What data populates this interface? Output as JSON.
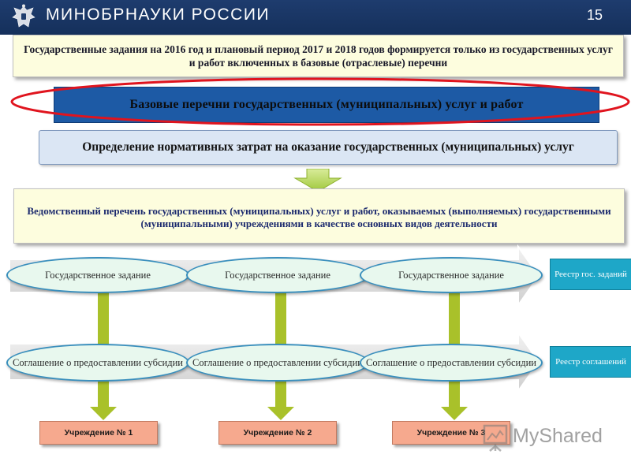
{
  "header": {
    "ministry": "МИНОБРНАУКИ РОССИИ",
    "slide_number": "15",
    "emblem_icon": "double-headed-eagle-emblem",
    "color": "#1e3c6e"
  },
  "banner": {
    "text": "Государственные задания на 2016 год и плановый период 2017 и 2018 годов формируется только из государственных услуг и работ включенных в базовые (отраслевые) перечни"
  },
  "basic_lists": {
    "text": "Базовые перечни государственных (муниципальных) услуг и работ",
    "color": "#1d5aa5",
    "highlight_color": "#e0141e"
  },
  "norm_costs": {
    "text": "Определение нормативных затрат на оказание государственных (муниципальных) услуг"
  },
  "dept_list": {
    "text": "Ведомственный перечень государственных (муниципальных) услуг и работ, оказываемых (выполняемых) государственными (муниципальными) учреждениями в качестве основных видов деятельности"
  },
  "state_tasks": [
    {
      "label": "Государственное задание"
    },
    {
      "label": "Государственное задание"
    },
    {
      "label": "Государственное задание"
    }
  ],
  "agreements": [
    {
      "label": "Соглашение о предоставлении субсидии"
    },
    {
      "label": "Соглашение о предоставлении субсидии"
    },
    {
      "label": "Соглашение о предоставлении субсидии"
    }
  ],
  "registries": {
    "tasks": "Реестр гос. заданий",
    "agreements": "Реестр соглашений",
    "color": "#1ea7c8"
  },
  "institutions": [
    {
      "label": "Учреждение № 1"
    },
    {
      "label": "Учреждение № 2"
    },
    {
      "label": "Учреждение № 3"
    }
  ],
  "watermark": {
    "text": "MyShared",
    "icon": "presentation-board-icon"
  },
  "colors": {
    "connector_green": "#a9c12a",
    "institution": "#f6a98e",
    "banner_bg": "#fdfdde"
  }
}
